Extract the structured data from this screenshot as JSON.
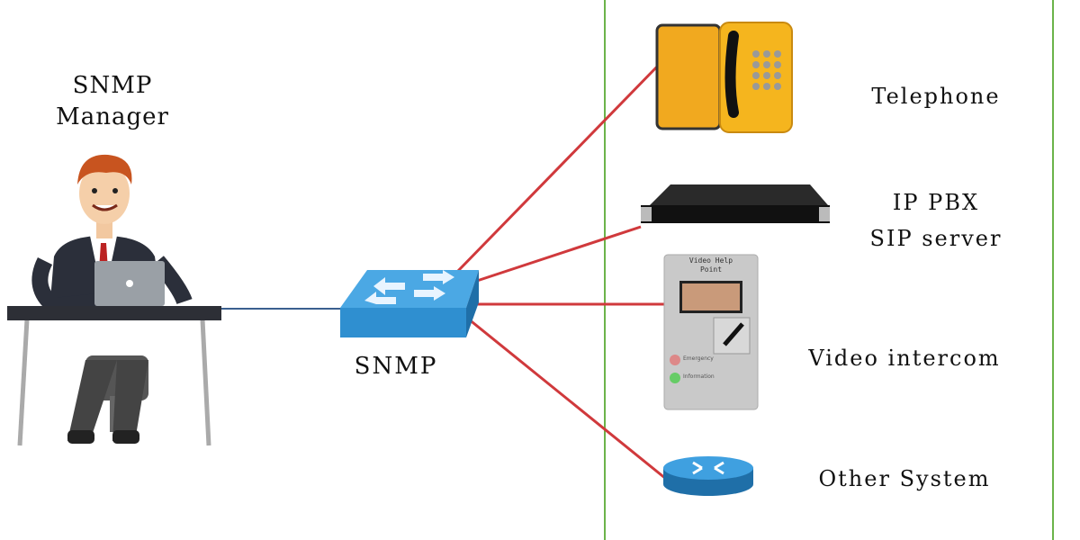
{
  "manager": {
    "line1": "SNMP",
    "line2": "Manager"
  },
  "switch_label": "SNMP",
  "devices": [
    {
      "label": "Telephone"
    },
    {
      "label_line1": "IP PBX",
      "label_line2": "SIP server"
    },
    {
      "label": "Video intercom",
      "panel_title_line1": "Video Help",
      "panel_title_line2": "Point",
      "button1": "Emergency",
      "button2": "Information"
    },
    {
      "label": "Other System"
    }
  ],
  "colors": {
    "link": "#d0393c",
    "uplink": "#3a5f8f",
    "border": "#6bb34a",
    "switch": "#2f8fd0"
  }
}
